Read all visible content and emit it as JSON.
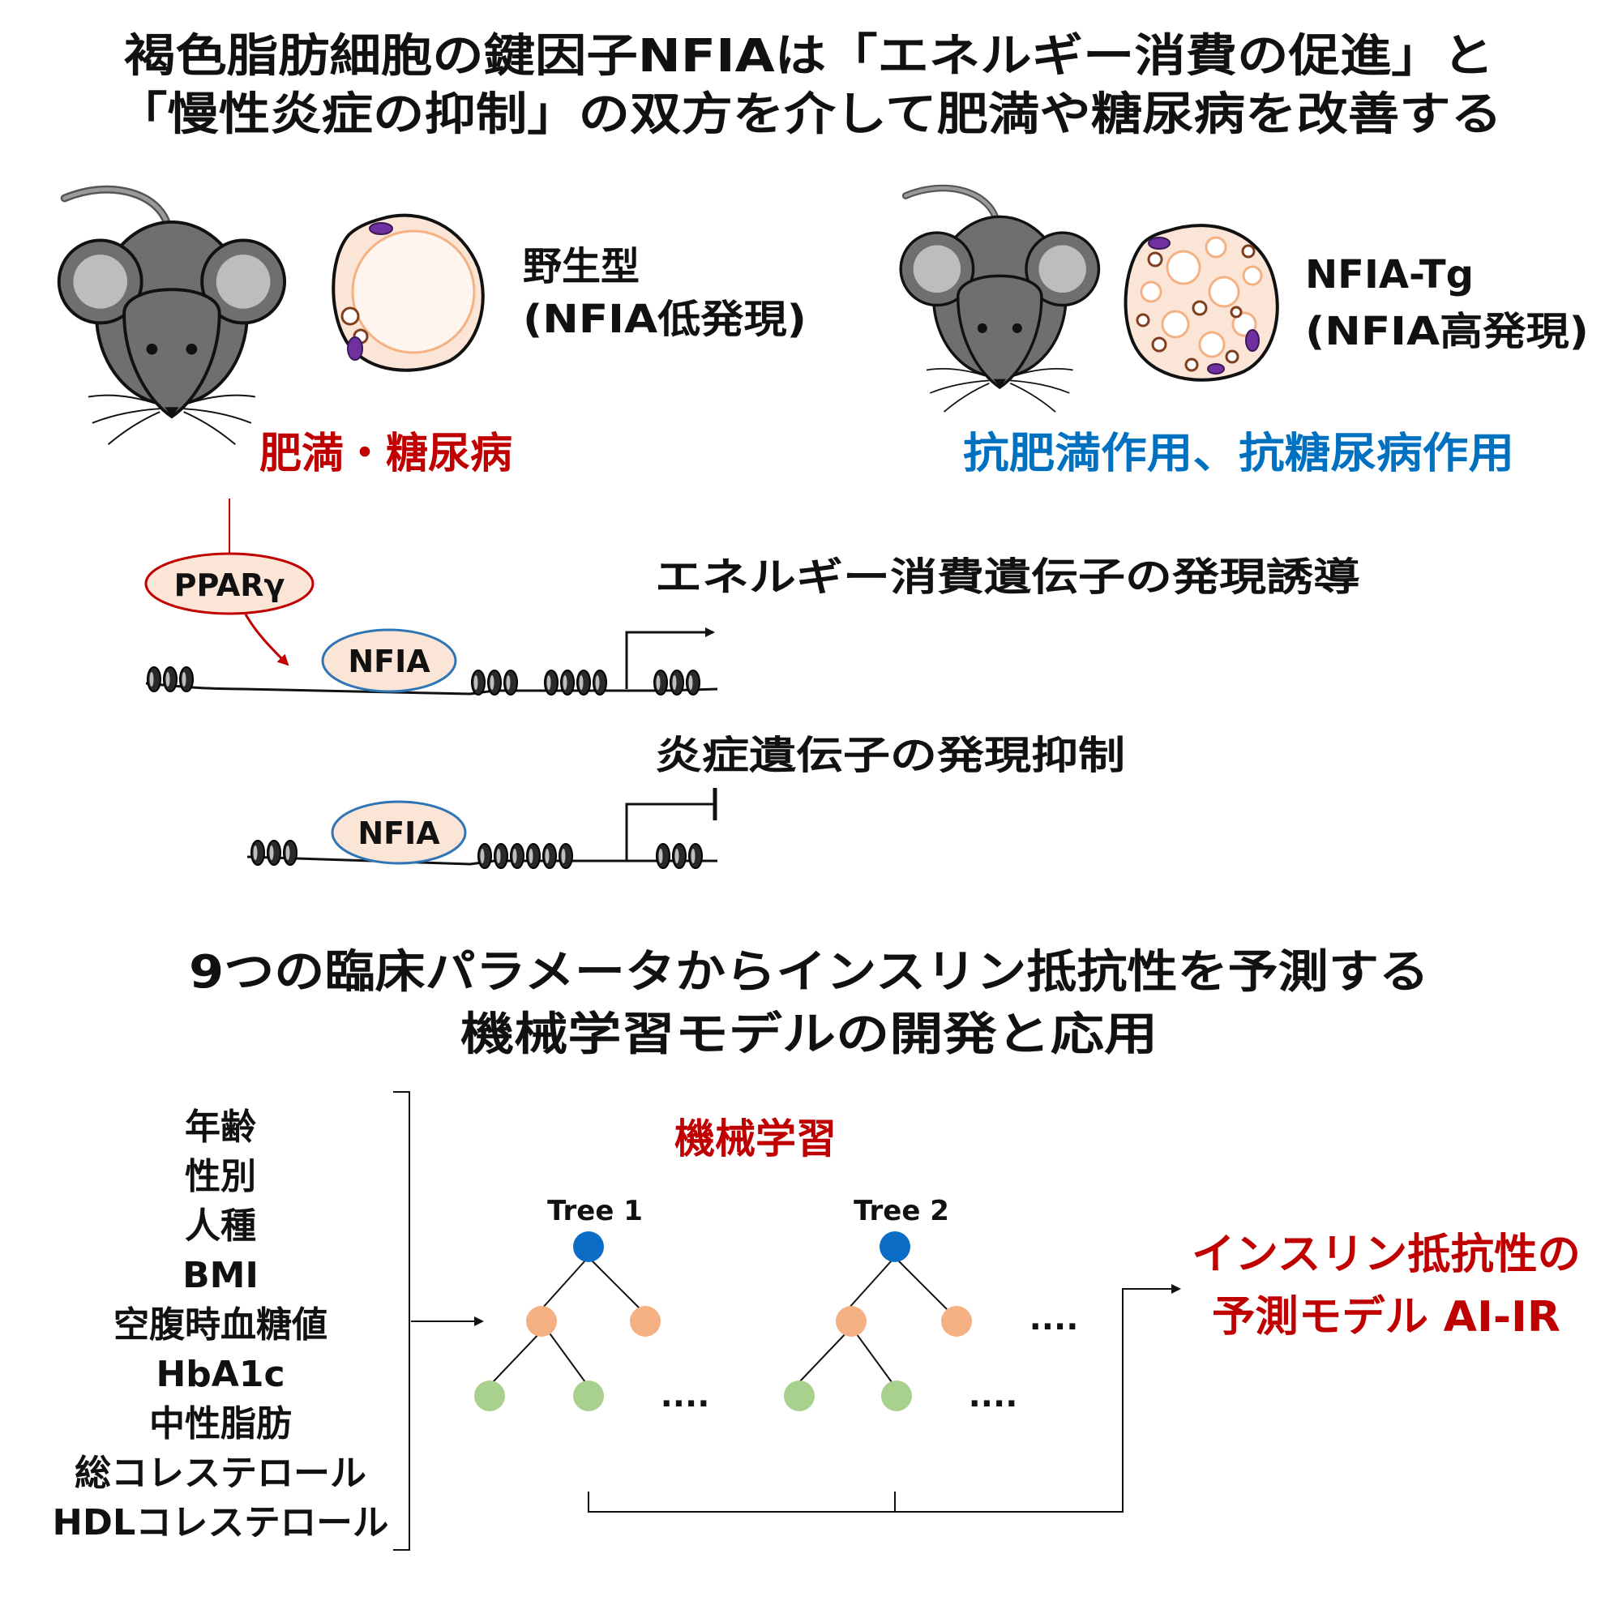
{
  "title": {
    "line1": "褐色脂肪細胞の鍵因子NFIAは「エネルギー消費の促進」と",
    "line2": "「慢性炎症の抑制」の双方を介して肥満や糖尿病を改善する"
  },
  "wildtype": {
    "label_line1": "野生型",
    "label_line2": "(NFIA低発現)",
    "outcome": "肥満・糖尿病"
  },
  "transgenic": {
    "label_line1": "NFIA-Tg",
    "label_line2": "(NFIA高発現)",
    "outcome": "抗肥満作用、抗糖尿病作用"
  },
  "mechanism": {
    "pparg": "PPARγ",
    "nfia": "NFIA",
    "induction": "エネルギー消費遺伝子の発現誘導",
    "repression": "炎症遺伝子の発現抑制"
  },
  "ml": {
    "title_line1": "9つの臨床パラメータからインスリン抵抗性を予測する",
    "title_line2": "機械学習モデルの開発と応用",
    "method_label": "機械学習",
    "parameters": [
      "年齢",
      "性別",
      "人種",
      "BMI",
      "空腹時血糖値",
      "HbA1c",
      "中性脂肪",
      "総コレステロール",
      "HDLコレステロール"
    ],
    "trees": [
      "Tree 1",
      "Tree 2"
    ],
    "ellipsis": "....",
    "output_line1": "インスリン抵抗性の",
    "output_line2": "予測モデル AI-IR"
  },
  "colors": {
    "text": "#111111",
    "red": "#c00000",
    "blue": "#0070c0",
    "root_node": "#0b6cc6",
    "mid_node": "#f4b183",
    "leaf_node": "#a9d18e",
    "fat_cell": "#fbe5d6",
    "mouse_body": "#6f6f6f"
  }
}
